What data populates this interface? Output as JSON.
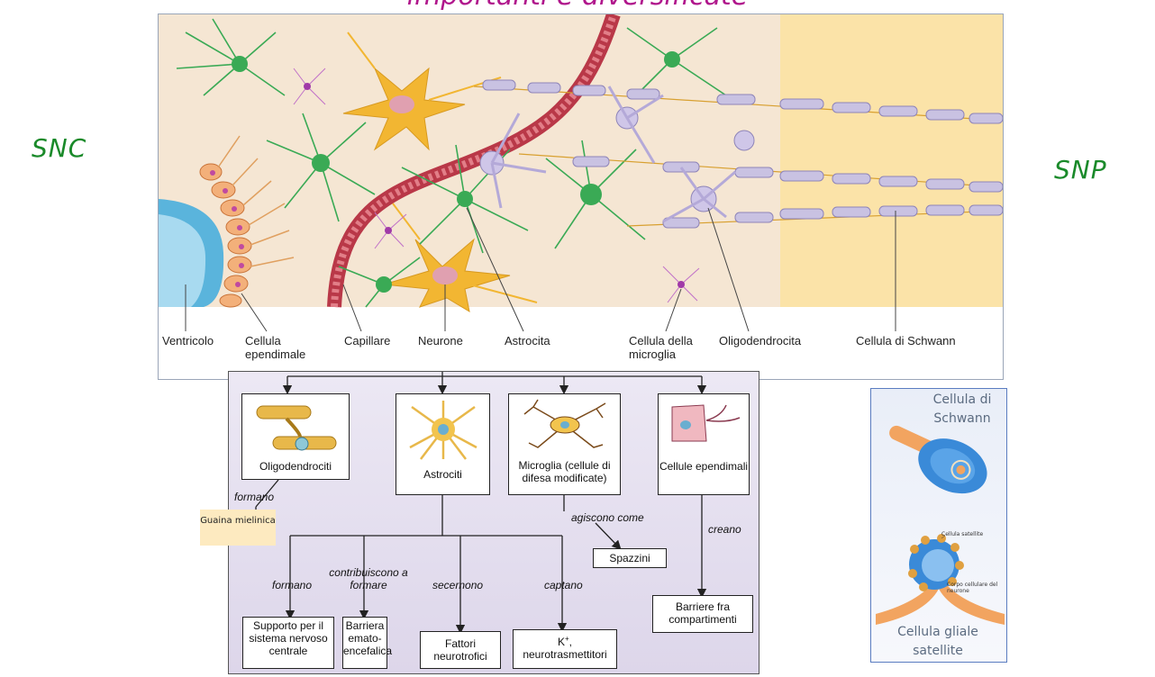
{
  "title": "importanti e diversificate",
  "labels": {
    "snc": "SNC",
    "snp": "SNP"
  },
  "illustration": {
    "captions": [
      "Ventricolo",
      "Cellula ependimale",
      "Capillare",
      "Neurone",
      "Astrocita",
      "Cellula della microglia",
      "Oligodendrocita",
      "Cellula di Schwann"
    ]
  },
  "flowchart": {
    "cells": {
      "oligo": "Oligodendrociti",
      "astro": "Astrociti",
      "micro": "Microglia (cellule di difesa modificate)",
      "epend": "Cellule ependimali"
    },
    "verbs": {
      "oligo_formano": "formano",
      "micro_agiscono": "agiscono come",
      "epend_creano": "creano",
      "astro_formano": "formano",
      "astro_contrib": "contribuiscono a formare",
      "astro_secernono": "secernono",
      "astro_captano": "captano"
    },
    "results": {
      "spazzini": "Spazzini",
      "barriere": "Barriere fra compartimenti",
      "supporto": "Supporto per il sistema nervoso centrale",
      "barriera_ee": "Barriera emato-encefalica",
      "fattori": "Fattori neurotrofici",
      "k_base": "K",
      "k_sup": "+",
      "k_rest": ",",
      "neurotrasmettitori": "neurotrasmettitori"
    },
    "guaina": "Guaina mielinica"
  },
  "snp_panel": {
    "schwann": "Cellula di Schwann",
    "satellite_small": "Cellula satellite",
    "corpo": "Corpo cellulare del neurone",
    "gliale": "Cellula gliale satellite"
  },
  "colors": {
    "title": "#b0168c",
    "side_label": "#1a8a2a",
    "cns_bg": "#f5e6d3",
    "pns_bg": "#fbe3a8",
    "astrocyte": "#3aaa55",
    "neuron": "#f2b632",
    "capillary": "#d04a5a",
    "myelin": "#c9c2e2"
  }
}
